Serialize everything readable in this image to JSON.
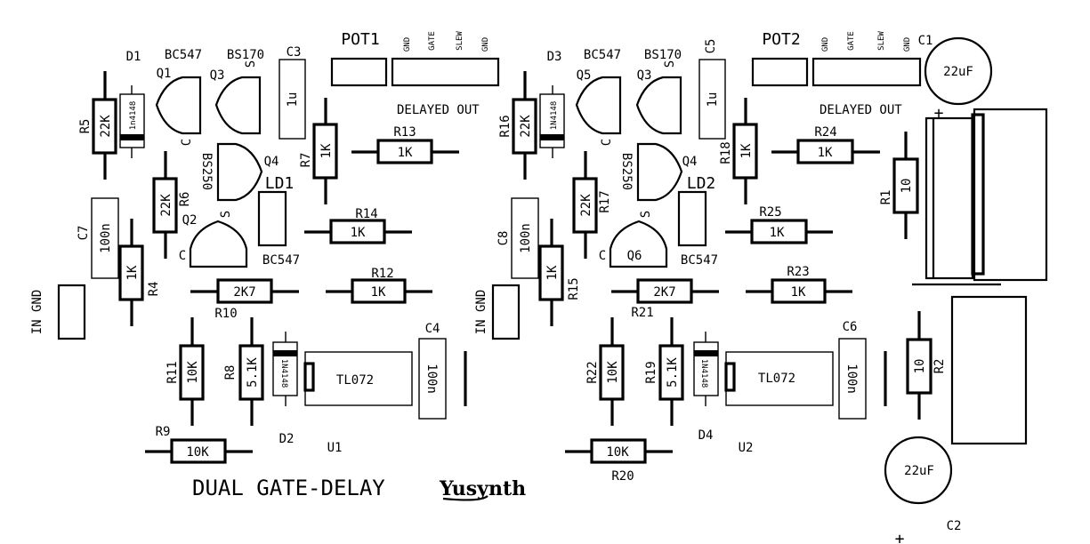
{
  "board": {
    "title": "DUAL GATE-DELAY",
    "brand": "Yusynth"
  },
  "colors": {
    "silkscreen": "#000000",
    "background": "#ffffff"
  },
  "channel1": {
    "pot": "POT1",
    "header_pins": [
      "GND",
      "GATE",
      "SLEW",
      "GND"
    ],
    "output_label": "DELAYED OUT",
    "input_label": "IN GND",
    "led": "LD1",
    "resistors": {
      "R5": "22K",
      "R6": "22K",
      "R4": "1K",
      "R7": "1K",
      "R13": "1K",
      "R14": "1K",
      "R12": "1K",
      "R10": "2K7",
      "R11": "10K",
      "R8": "5.1K",
      "R9": "10K"
    },
    "capacitors": {
      "C3": "1u",
      "C7": "100n",
      "C4": "100n"
    },
    "diodes": {
      "D1": "1n4148",
      "D2": "1N4148"
    },
    "transistors": {
      "Q1": {
        "type": "BC547",
        "pin": "C"
      },
      "Q3": {
        "type": "BS170",
        "pin": "S"
      },
      "Q4": {
        "type": "BS250"
      },
      "Q2": {
        "type": "BC547",
        "pins": [
          "S",
          "C"
        ]
      }
    },
    "ic": {
      "ref": "U1",
      "part": "TL072"
    }
  },
  "channel2": {
    "pot": "POT2",
    "header_pins": [
      "GND",
      "GATE",
      "SLEW",
      "GND"
    ],
    "output_label": "DELAYED OUT",
    "input_label": "IN GND",
    "led": "LD2",
    "resistors": {
      "R16": "22K",
      "R17": "22K",
      "R15": "1K",
      "R18": "1K",
      "R24": "1K",
      "R25": "1K",
      "R23": "1K",
      "R21": "2K7",
      "R22": "10K",
      "R19": "5.1K",
      "R20": "10K"
    },
    "capacitors": {
      "C5": "1u",
      "C8": "100n",
      "C6": "100n"
    },
    "diodes": {
      "D3": "1N4148",
      "D4": "1N4148"
    },
    "transistors": {
      "Q5": {
        "type": "BC547",
        "pin": "C"
      },
      "Q3": {
        "type": "BS170",
        "pin": "S"
      },
      "Q4": {
        "type": "BS250"
      },
      "Q6": {
        "type": "BC547",
        "pins": [
          "S",
          "C"
        ]
      }
    },
    "ic": {
      "ref": "U2",
      "part": "TL072"
    }
  },
  "power": {
    "R1": "10",
    "R2": "10",
    "C1": "22uF",
    "C2": "22uF",
    "plus": "+"
  }
}
